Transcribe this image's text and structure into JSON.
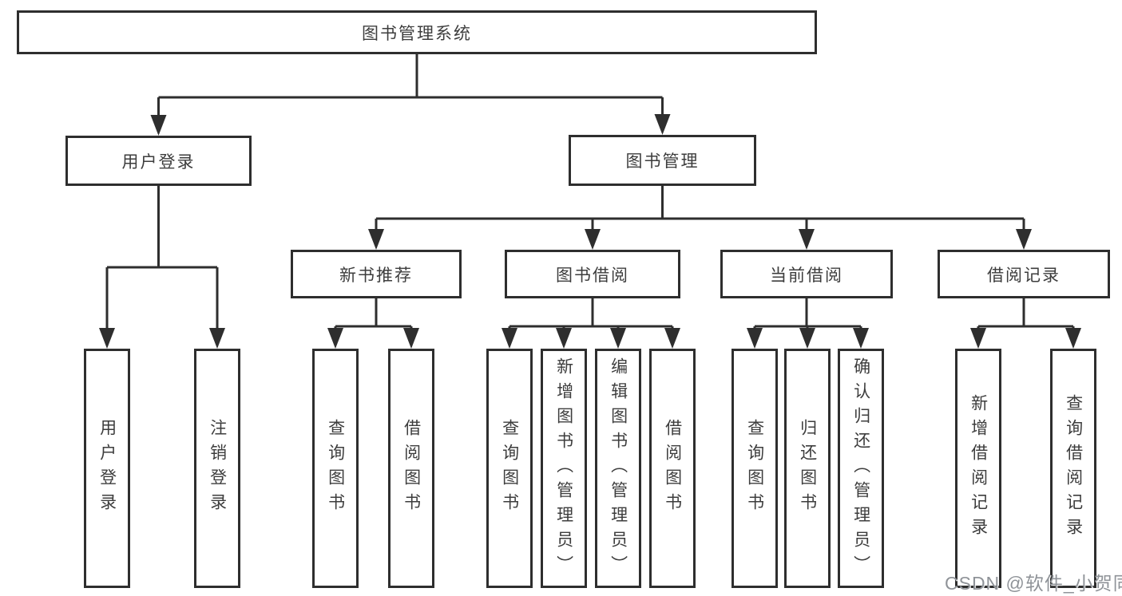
{
  "diagram": {
    "root": {
      "label": "图书管理系统"
    },
    "branches": [
      {
        "label": "用户登录",
        "children": [
          {
            "label": "用户登录"
          },
          {
            "label": "注销登录"
          }
        ]
      },
      {
        "label": "图书管理",
        "children": [
          {
            "label": "新书推荐",
            "children": [
              {
                "label": "查询图书"
              },
              {
                "label": "借阅图书"
              }
            ]
          },
          {
            "label": "图书借阅",
            "children": [
              {
                "label": "查询图书"
              },
              {
                "label": "新增图书（管理员）"
              },
              {
                "label": "编辑图书（管理员）"
              },
              {
                "label": "借阅图书"
              }
            ]
          },
          {
            "label": "当前借阅",
            "children": [
              {
                "label": "查询图书"
              },
              {
                "label": "归还图书"
              },
              {
                "label": "确认归还（管理员）"
              }
            ]
          },
          {
            "label": "借阅记录",
            "children": [
              {
                "label": "新增借阅记录"
              },
              {
                "label": "查询借阅记录"
              }
            ]
          }
        ]
      }
    ]
  },
  "watermark": {
    "text": "CSDN @软件_小贺同学"
  },
  "colors": {
    "line": "#2e2e2e",
    "text": "#3d3d3d",
    "background": "#ffffff",
    "watermark": "#8f9398"
  }
}
